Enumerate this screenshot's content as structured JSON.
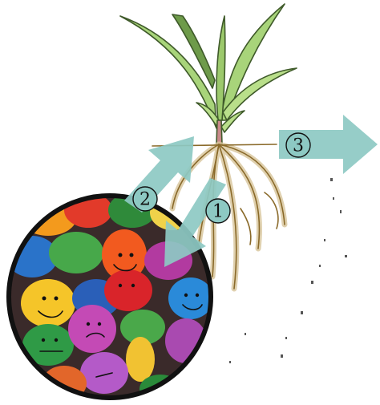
{
  "steps": {
    "step1": {
      "label": "1"
    },
    "step2": {
      "label": "2"
    },
    "step3": {
      "label": "3"
    }
  },
  "colors": {
    "arrow_fill": "#8dc9c3",
    "root_outline": "#8a6a2a",
    "root_halo": "#d8c59a",
    "leaf_green": "#a8d47a",
    "leaf_outline": "#3f5a2a",
    "lens_border": "#111111",
    "soil_flecks": "#555555"
  },
  "icons": {
    "plant": "corn-seedling-illustration",
    "magnifier": "colorful-smiley-candies-magnified-view",
    "arrow_in": "arrow-toward-roots-icon",
    "arrow_out": "arrow-away-from-roots-icon"
  }
}
